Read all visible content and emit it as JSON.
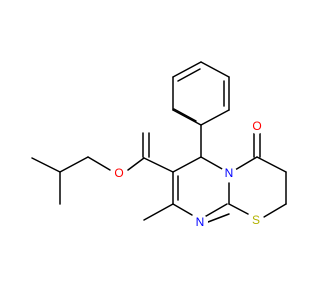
{
  "molecule": {
    "atoms": [
      {
        "id": "O_ester",
        "symbol": "O",
        "color": "#ff0000"
      },
      {
        "id": "O_carbonyl",
        "symbol": "O",
        "color": "#ff0000"
      },
      {
        "id": "N_ring",
        "symbol": "N",
        "color": "#0000ff"
      },
      {
        "id": "N_amine",
        "symbol": "N",
        "color": "#0000ff"
      },
      {
        "id": "S_ring",
        "symbol": "S",
        "color": "#b2b200"
      }
    ],
    "bond_color": "#000000",
    "background": "#ffffff"
  }
}
